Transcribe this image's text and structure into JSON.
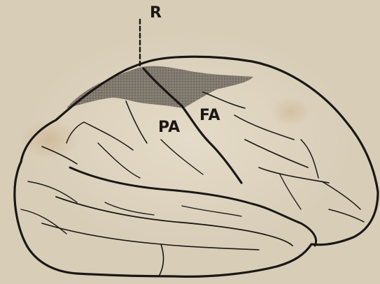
{
  "labels": {
    "r": "R",
    "pa": "PA",
    "fa": "FA"
  },
  "colors": {
    "ink": "#1a1714",
    "paper": "#ddd3bf",
    "shading": "#6e675e"
  }
}
